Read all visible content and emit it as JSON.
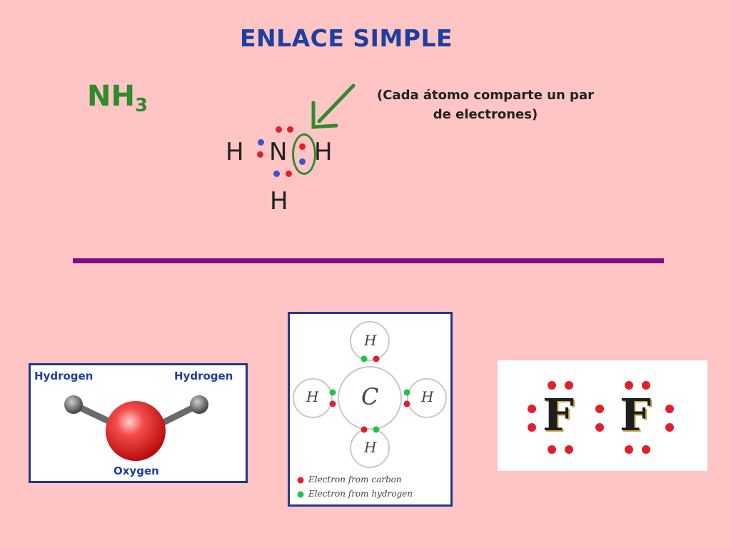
{
  "title": "ENLACE SIMPLE",
  "formula": {
    "symbol": "NH",
    "subscript": "3"
  },
  "note": {
    "line1": "(Cada átomo comparte un par",
    "line2": "de electrones)"
  },
  "lewis_nh3": {
    "left_h": "H",
    "center_n": "N",
    "right_h": "H",
    "bottom_h": "H"
  },
  "colors": {
    "title": "#1f3f9f",
    "formula": "#2e8b2e",
    "divider": "#7b0e86",
    "arrow": "#2e8b2e",
    "electron_red": "#e0202a",
    "electron_blue": "#3a55c8",
    "electron_green": "#22c34a"
  },
  "water_panel": {
    "hydrogen_left": "Hydrogen",
    "hydrogen_right": "Hydrogen",
    "oxygen": "Oxygen"
  },
  "methane_panel": {
    "center": "C",
    "top": "H",
    "left": "H",
    "right": "H",
    "bottom": "H",
    "legend_carbon": "Electron from carbon",
    "legend_hydrogen": "Electron from hydrogen"
  },
  "fluorine_panel": {
    "left": "F",
    "right": "F"
  }
}
